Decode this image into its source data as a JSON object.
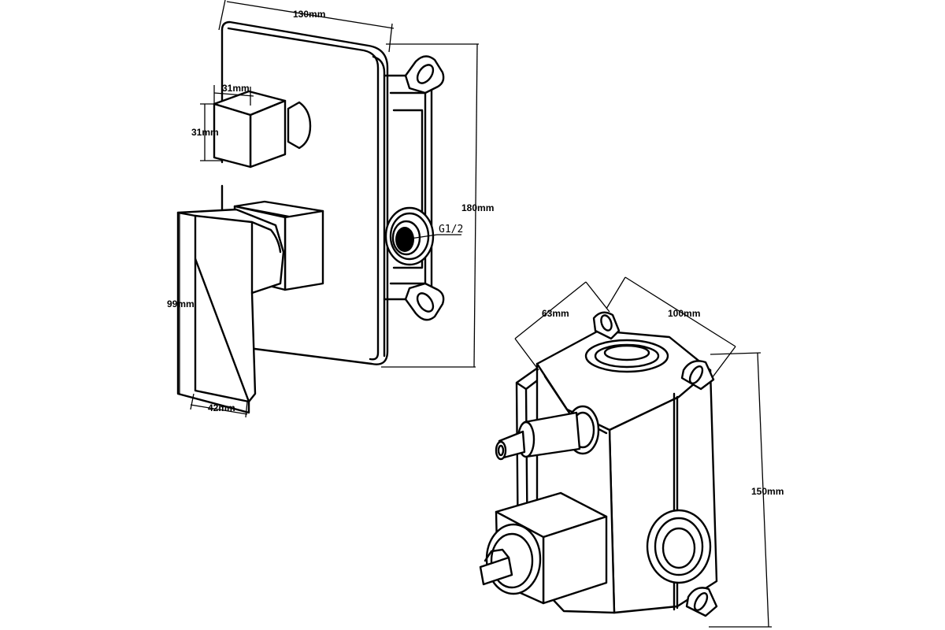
{
  "drawing": {
    "front_view": {
      "dim_width": "130mm",
      "dim_height": "180mm",
      "dim_knob_width": "31mm",
      "dim_knob_height": "31mm",
      "dim_lever_height": "99mm",
      "dim_lever_width": "42mm",
      "thread_label": "G1/2"
    },
    "box_view": {
      "dim_depth": "63mm",
      "dim_width": "100mm",
      "dim_height": "150mm"
    }
  }
}
